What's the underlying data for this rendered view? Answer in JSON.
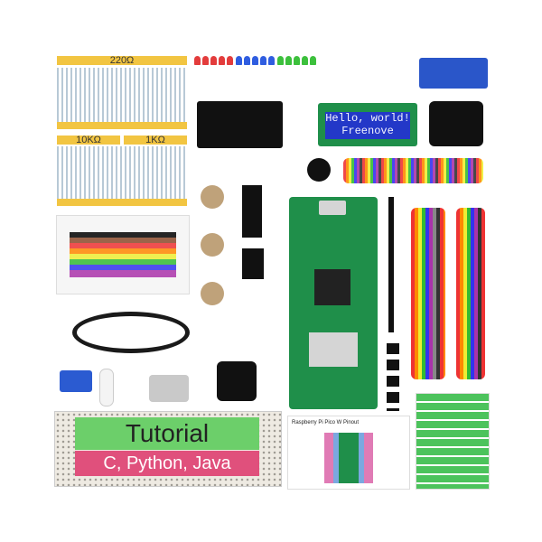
{
  "resistor_labels": {
    "r220": "220Ω",
    "r10k": "10KΩ",
    "r1k": "1KΩ"
  },
  "lcd": {
    "line1": "Hello, world!",
    "line2": "Freenove"
  },
  "tutorial": {
    "title": "Tutorial",
    "languages": "C, Python, Java"
  },
  "pinout_card": {
    "title": "Raspberry Pi Pico W Pinout"
  },
  "led_colors": [
    "#e33c3c",
    "#e33c3c",
    "#e33c3c",
    "#e33c3c",
    "#e33c3c",
    "#2f5de0",
    "#2f5de0",
    "#2f5de0",
    "#2f5de0",
    "#2f5de0",
    "#3cc03c",
    "#3cc03c",
    "#3cc03c",
    "#3cc03c",
    "#3cc03c"
  ],
  "colors": {
    "board": "#1f8f4a",
    "lcd": "#2338c8",
    "strip": "#f2c542",
    "tutorial_green": "#6ccf6a",
    "tutorial_pink": "#e0507c"
  }
}
